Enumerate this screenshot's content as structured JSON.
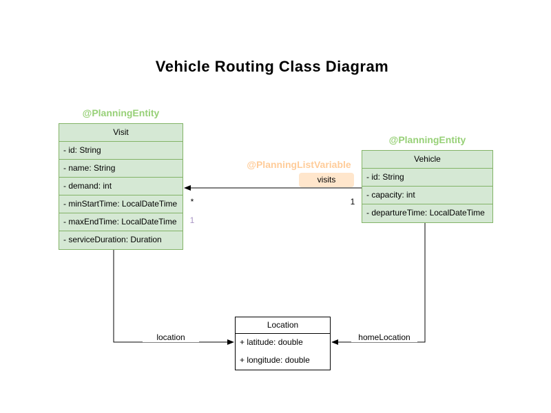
{
  "title": "Vehicle Routing Class Diagram",
  "colors": {
    "entity_fill": "#d5e8d4",
    "entity_stroke": "#82b366",
    "annotation_green": "#97d077",
    "annotation_orange": "#ffcc99",
    "visits_chip_fill": "#ffe6cc",
    "plain_fill": "#ffffff",
    "plain_stroke": "#000000",
    "purple_multiplicity": "#a894c4",
    "edge_color": "#000000"
  },
  "classes": {
    "visit": {
      "annotation": "@PlanningEntity",
      "name": "Visit",
      "attributes": [
        "- id: String",
        "- name: String",
        "- demand: int",
        "- minStartTime: LocalDateTime",
        "- maxEndTime: LocalDateTime",
        "- serviceDuration: Duration"
      ]
    },
    "vehicle": {
      "annotation": "@PlanningEntity",
      "name": "Vehicle",
      "attributes": [
        "- id: String",
        "- capacity: int",
        "- departureTime: LocalDateTime"
      ]
    },
    "location": {
      "name": "Location",
      "attributes": [
        "+ latitude: double",
        "+ longitude: double"
      ]
    }
  },
  "edges": {
    "visits": {
      "annotation": "@PlanningListVariable",
      "label": "visits",
      "source_multiplicity": "1",
      "target_multiplicity": "*",
      "purple_multiplicity": "1"
    },
    "location": {
      "label": "location"
    },
    "homeLocation": {
      "label": "homeLocation"
    }
  }
}
